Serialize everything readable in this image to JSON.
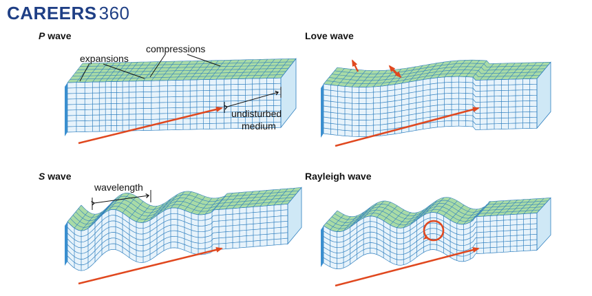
{
  "logo": {
    "brand": "CAREERS",
    "number": "360"
  },
  "panels": {
    "p_wave": {
      "title_letter": "P",
      "title_rest": " wave",
      "labels": {
        "expansions": "expansions",
        "compressions": "compressions",
        "undisturbed_1": "undisturbed",
        "undisturbed_2": "medium"
      }
    },
    "love_wave": {
      "title": "Love wave"
    },
    "s_wave": {
      "title_letter": "S",
      "title_rest": " wave",
      "labels": {
        "wavelength": "wavelength"
      }
    },
    "rayleigh_wave": {
      "title": "Rayleigh wave"
    }
  },
  "colors": {
    "brand": "#1f3f85",
    "front_face": "#e7f3fb",
    "top_face": "#a9dba6",
    "side_face": "#3a8fd0",
    "grid_line": "#2f7fbf",
    "arrow": "#e0481f"
  }
}
